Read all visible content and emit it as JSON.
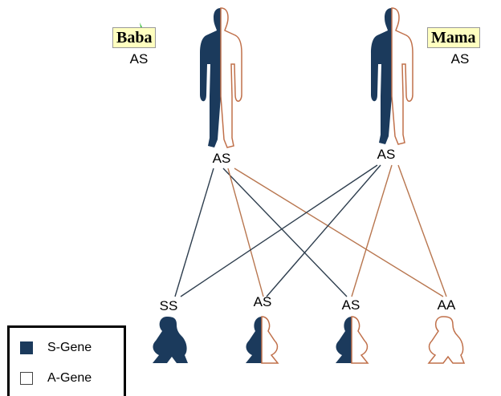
{
  "parents": {
    "father": {
      "name": "Baba",
      "genotype": "AS"
    },
    "mother": {
      "name": "Mama",
      "genotype": "AS"
    }
  },
  "cross": {
    "father_genotype": "AS",
    "mother_genotype": "AS"
  },
  "children": [
    {
      "genotype": "SS"
    },
    {
      "genotype": "AS"
    },
    {
      "genotype": "AS"
    },
    {
      "genotype": "AA"
    }
  ],
  "legend": [
    {
      "label": "S-Gene",
      "color": "#1b3a5c"
    },
    {
      "label": "A-Gene",
      "color": "#ffffff"
    }
  ],
  "colors": {
    "s_gene": "#1b3a5c",
    "a_gene_outline": "#c0704a",
    "line_dark": "#2e3e4e",
    "line_brown": "#b8764f",
    "label_bg": "#ffffc0"
  }
}
